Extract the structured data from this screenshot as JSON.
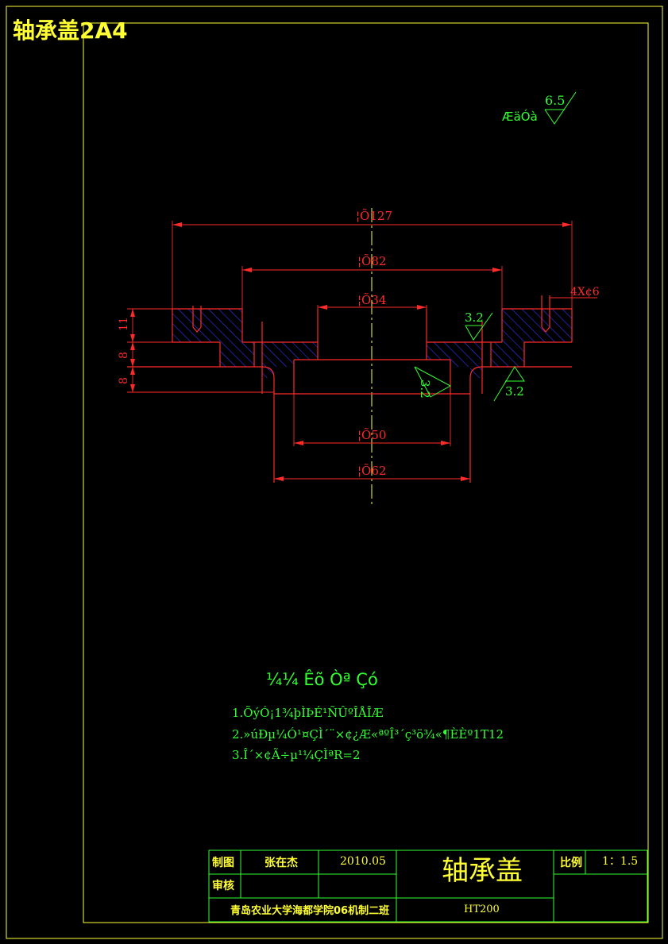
{
  "sheet_title": "轴承盖2A4",
  "roughness_default": {
    "symbol_text": "ÆäÓà",
    "value": "6.5"
  },
  "dimensions": {
    "d_outer": "¦Õ127",
    "d_boss": "¦Õ82",
    "d_inner_top": "¦Õ34",
    "d_bore": "¦Õ50",
    "d_spigot": "¦Õ62",
    "holes": "4X¢6",
    "h1": "11",
    "h2": "8",
    "h3": "8"
  },
  "roughness": {
    "r1": "3.2",
    "r2": "3.2",
    "r3": "3.2"
  },
  "notes": {
    "title": "¼¼ Êõ Òª Çó",
    "items": [
      "1.ÕýÓ¡1¾þÌÞÉ¹ÑÛºÎÅÎÆ",
      "2.»úÐµ¼Ó¹¤ÇÌ´¨×¢¿Æ«ªºÎ³´ç³ö¾«¶ÈÈº1T12",
      "3.Î´×¢Ã÷µ¹¼ÇÌªR=2"
    ]
  },
  "title_block": {
    "label_drawn": "制图",
    "drawn_by": "张在杰",
    "date": "2010.05",
    "part_name": "轴承盖",
    "label_scale": "比例",
    "scale": "1：1.5",
    "label_check": "审核",
    "school": "青岛农业大学海都学院06机制二班",
    "material": "HT200"
  },
  "colors": {
    "frame": "#ffff33",
    "annotation": "#33ff33",
    "geometry": "#ff2a2a",
    "hatch": "#3333ff",
    "centerline": "#ffff33"
  }
}
